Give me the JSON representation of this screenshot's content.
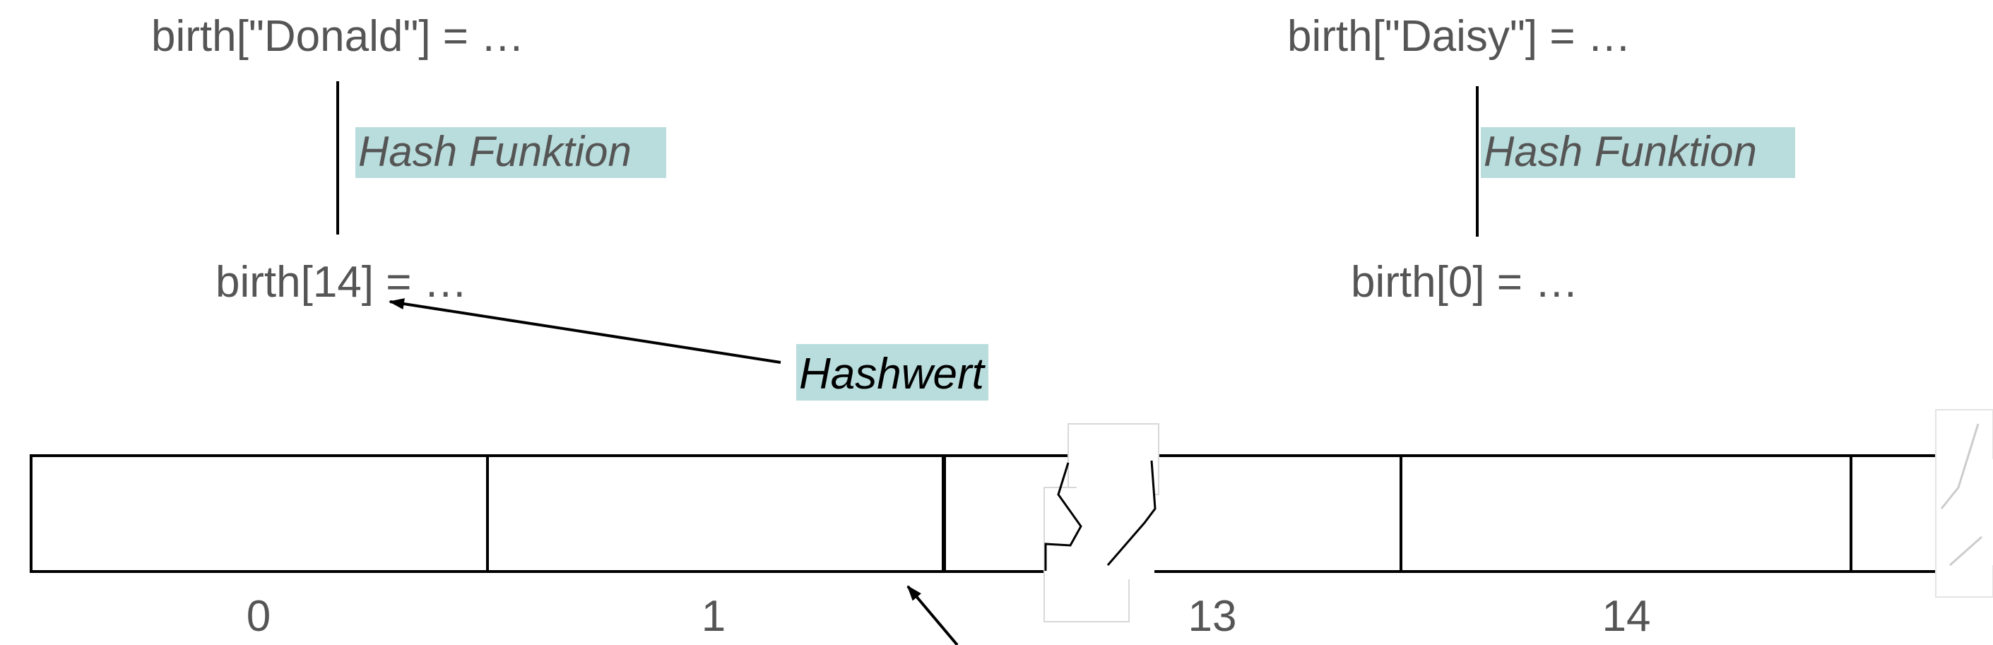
{
  "labels": {
    "donald_key": "birth[\"Donald\"] = …",
    "daisy_key": "birth[\"Daisy\"] = …",
    "hash_function_left": "Hash Funktion",
    "hash_function_right": "Hash Funktion",
    "donald_index": "birth[14] = …",
    "daisy_index": "birth[0] = …",
    "hashwert": "Hashwert"
  },
  "array": {
    "indices": [
      "0",
      "1",
      "13",
      "14"
    ]
  },
  "colors": {
    "highlight": "#b9dcdc",
    "text": "#555555",
    "line": "#000000"
  }
}
